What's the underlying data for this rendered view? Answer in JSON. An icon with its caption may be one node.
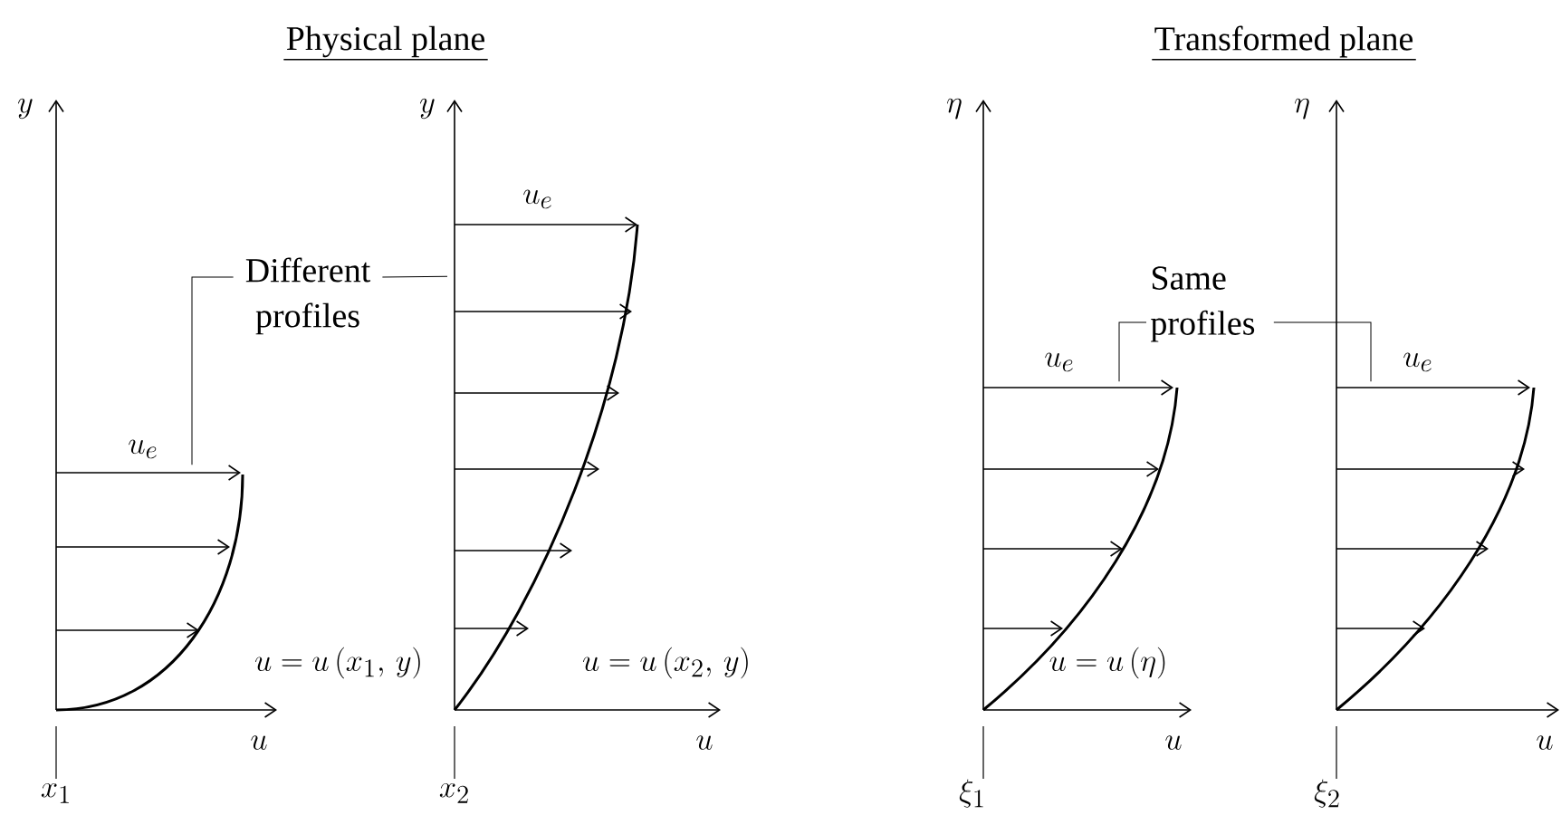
{
  "diagram": {
    "nodes": [
      {
        "text": [
          "Different profiles"
        ]
      },
      {
        "text": [
          "Same profiles"
        ]
      },
      {
        "text": [],
        "shape": "picture"
      },
      {
        "text": [],
        "shape": "picture"
      },
      {
        "text": [],
        "shape": "picture"
      },
      {
        "text": [],
        "shape": "picture"
      }
    ],
    "edges": [
      {
        "from": 0,
        "to": 2,
        "arrow": "none"
      },
      {
        "from": 0,
        "to": 3,
        "arrow": "none"
      },
      {
        "from": 1,
        "to": 4,
        "arrow": "none"
      },
      {
        "from": 1,
        "to": 5,
        "arrow": "none"
      }
    ],
    "labels": [
      "Physical plane",
      "Transformed plane",
      "y",
      "y",
      "\\eta",
      "\\eta",
      "u_e",
      "u_e",
      "u_e",
      "u_e",
      "u = u\\,(x_1,\\, y)",
      "u = u\\,(x_2,\\, y)",
      "u = u\\,(\\eta)",
      "u",
      "u",
      "u",
      "u",
      "x_1",
      "x_2",
      "\\xi_1",
      "\\xi_2"
    ]
  }
}
